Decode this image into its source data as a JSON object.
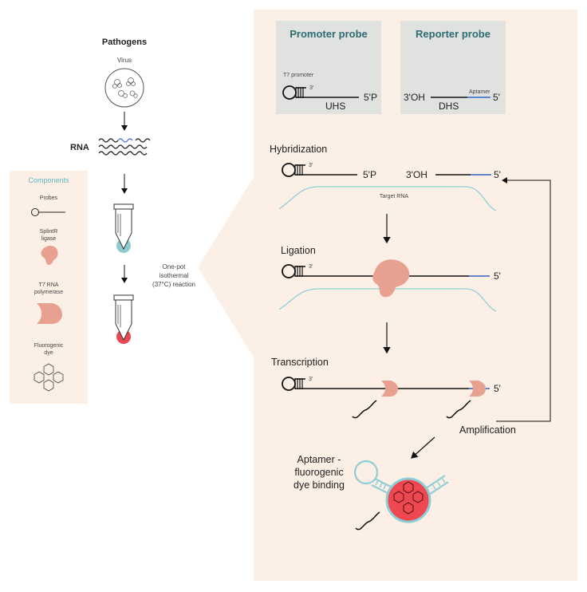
{
  "left": {
    "pathogens_label": "Pathogens",
    "virus_label": "Virus",
    "rna_label": "RNA",
    "reaction_label_1": "One-pot",
    "reaction_label_2": "isothermal",
    "reaction_label_3": "(37°C) reaction"
  },
  "components": {
    "title": "Components",
    "probes": "Probes",
    "ligase_1": "SplintR",
    "ligase_2": "ligase",
    "polymerase_1": "T7 RNA",
    "polymerase_2": "polymerase",
    "dye_1": "Fluorogenic",
    "dye_2": "dye"
  },
  "probes": {
    "promoter_title": "Promoter probe",
    "reporter_title": "Reporter probe",
    "t7_label": "T7 promoter",
    "three_prime": "3'",
    "five_p": "5'P",
    "uhs": "UHS",
    "three_oh": "3'OH",
    "dhs": "DHS",
    "aptamer": "Aptamer",
    "five_prime": "5'"
  },
  "steps": {
    "hybridization": "Hybridization",
    "target_rna": "Target RNA",
    "ligation": "Ligation",
    "transcription": "Transcription",
    "amplification": "Amplification",
    "binding_1": "Aptamer -",
    "binding_2": "fluorogenic",
    "binding_3": "dye binding"
  },
  "colors": {
    "panel_bg": "#fcefe6",
    "probe_box_bg": "#dfe2df",
    "enzyme": "#e8a091",
    "target_rna": "#8ecfd6",
    "aptamer_blue": "#4a78c8",
    "tube_teal": "#8fcad0",
    "tube_red": "#e8484f",
    "dye_red": "#ee4850"
  }
}
